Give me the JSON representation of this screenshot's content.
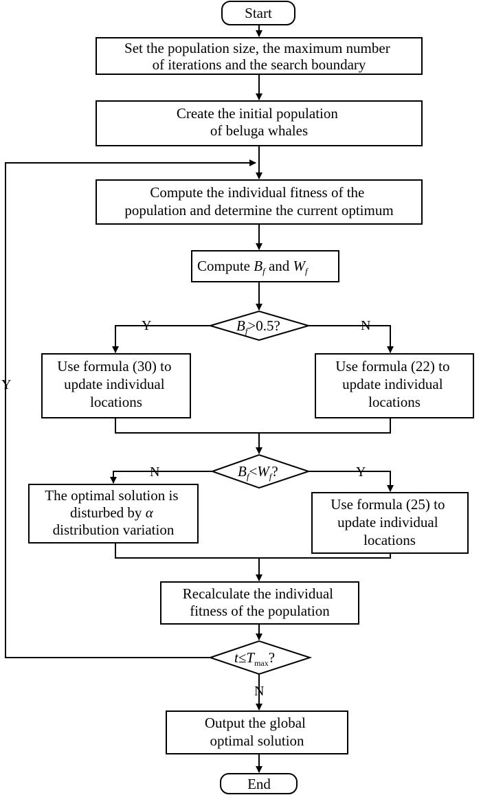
{
  "flowchart": {
    "start": "Start",
    "end": "End",
    "step_setup": [
      "Set the population size, the  maximum number",
      "of iterations and the search boundary"
    ],
    "step_init": [
      "Create the initial population",
      "of beluga whales"
    ],
    "step_fitness": [
      "Compute the individual fitness of the",
      "population and determine the current optimum"
    ],
    "step_compute": {
      "prefix": "Compute ",
      "b_var": "B",
      "b_sub": "f",
      "middle": " and ",
      "w_var": "W",
      "w_sub": "f"
    },
    "decision_bf": {
      "var": "B",
      "sub": "f",
      "rest": ">0.5?"
    },
    "step_formula30": [
      "Use formula (30) to",
      "update individual",
      "locations"
    ],
    "step_formula22": [
      "Use formula (22) to",
      "update individual",
      "locations"
    ],
    "decision_compare": {
      "b_var": "B",
      "b_sub": "f",
      "op": "<",
      "w_var": "W",
      "w_sub": "f",
      "end": "?"
    },
    "step_disturb": [
      "The optimal solution is",
      "disturbed by ",
      "α",
      "distribution variation"
    ],
    "step_formula25": [
      "Use formula (25) to",
      "update individual",
      "locations"
    ],
    "step_recalc": [
      "Recalculate the individual",
      "fitness of the population"
    ],
    "decision_t": {
      "var": "t",
      "op": "≤",
      "T": "T",
      "sub": "max",
      "end": "?"
    },
    "step_output": [
      "Output the global",
      "optimal solution"
    ],
    "labels": {
      "yes": "Y",
      "no": "N"
    }
  }
}
